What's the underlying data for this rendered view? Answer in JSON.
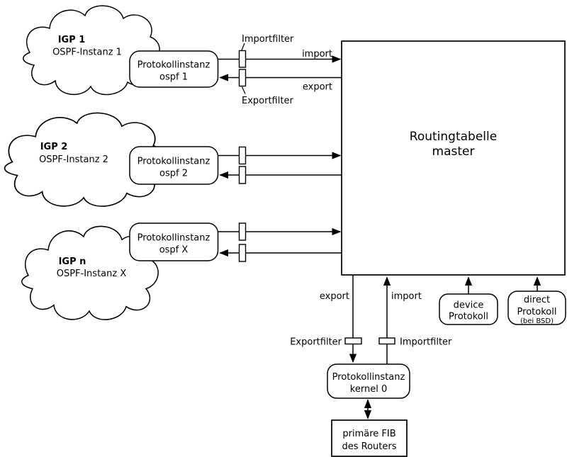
{
  "clouds": [
    {
      "title": "IGP 1",
      "subtitle": "OSPF-Instanz 1"
    },
    {
      "title": "IGP 2",
      "subtitle": "OSPF-Instanz 2"
    },
    {
      "title": "IGP n",
      "subtitle": "OSPF-Instanz X"
    }
  ],
  "protocol_instances": [
    {
      "line1": "Protokollinstanz",
      "line2": "ospf 1"
    },
    {
      "line1": "Protokollinstanz",
      "line2": "ospf 2"
    },
    {
      "line1": "Protokollinstanz",
      "line2": "ospf X"
    }
  ],
  "routing_table": {
    "line1": "Routingtabelle",
    "line2": "master"
  },
  "top_labels": {
    "importfilter": "Importfilter",
    "exportfilter": "Exportfilter",
    "import": "import",
    "export": "export"
  },
  "bottom_labels": {
    "export": "export",
    "import": "import",
    "exportfilter": "Exportfilter",
    "importfilter": "Importfilter"
  },
  "kernel_instance": {
    "line1": "Protokollinstanz",
    "line2": "kernel 0"
  },
  "fib": {
    "line1": "primäre FIB",
    "line2": "des Routers"
  },
  "device_protocol": {
    "line1": "device",
    "line2": "Protokoll"
  },
  "direct_protocol": {
    "line1": "direct",
    "line2": "Protokoll",
    "note": "(bei BSD)"
  },
  "colors": {
    "line": "#000000",
    "fill": "#ffffff",
    "background": "#ffffff"
  }
}
